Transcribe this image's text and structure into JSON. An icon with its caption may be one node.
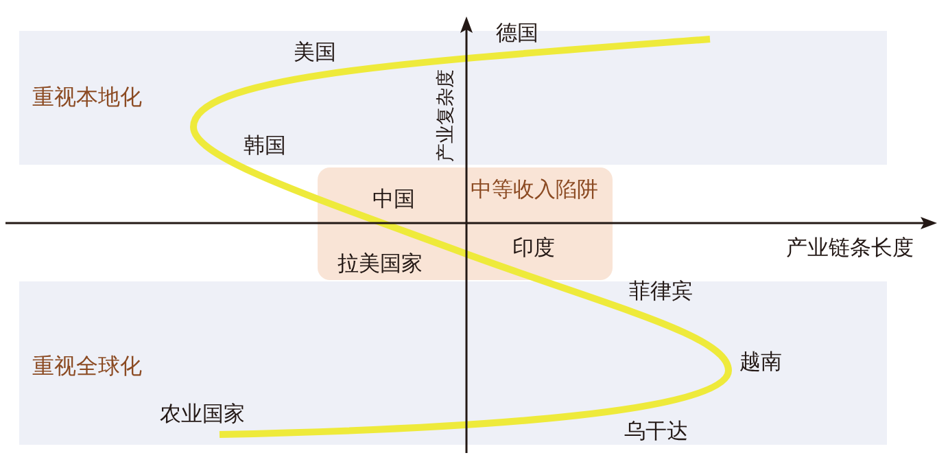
{
  "diagram": {
    "nodes": [
      {
        "text": [
          "重视本地化"
        ]
      },
      {
        "text": [
          "中等收入陷阱"
        ]
      },
      {
        "text": [
          "重视全球化"
        ]
      }
    ],
    "labels": [
      "德国",
      "美国",
      "产业复杂度",
      "韩国",
      "中国",
      "印度",
      "产业链条长度",
      "拉美国家",
      "菲律宾",
      "越南",
      "农业国家",
      "乌干达"
    ]
  }
}
